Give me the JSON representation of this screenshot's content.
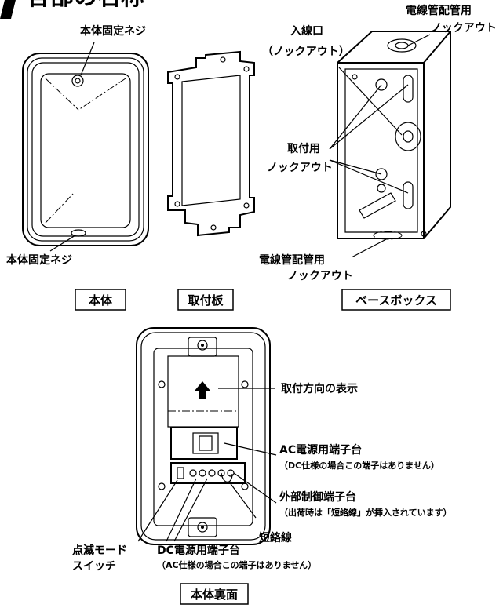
{
  "title": {
    "text": "各部の名称"
  },
  "top_labels": {
    "body_screw_top": "本体固定ネジ",
    "body_screw_bottom": "本体固定ネジ",
    "inlet": "入線口",
    "inlet_knockout": "（ノックアウト）",
    "conduit_top_1": "電線管配管用",
    "conduit_top_2": "ノックアウト",
    "mount_knockout_1": "取付用",
    "mount_knockout_2": "ノックアウト",
    "conduit_bottom_1": "電線管配管用",
    "conduit_bottom_2": "ノックアウト"
  },
  "part_boxes": {
    "body": "本体",
    "mount_plate": "取付板",
    "base_box": "ベースボックス",
    "body_rear": "本体裏面"
  },
  "rear_labels": {
    "direction": "取付方向の表示",
    "ac_terminal": "AC電源用端子台",
    "ac_note": "（DC仕様の場合この端子はありません）",
    "ext_terminal": "外部制御端子台",
    "ext_note": "（出荷時は「短絡線」が挿入されています）",
    "short_wire": "短絡線",
    "blink_switch_1": "点滅モード",
    "blink_switch_2": "スイッチ",
    "dc_terminal": "DC電源用端子台",
    "dc_note": "（AC仕様の場合この端子はありません）"
  }
}
